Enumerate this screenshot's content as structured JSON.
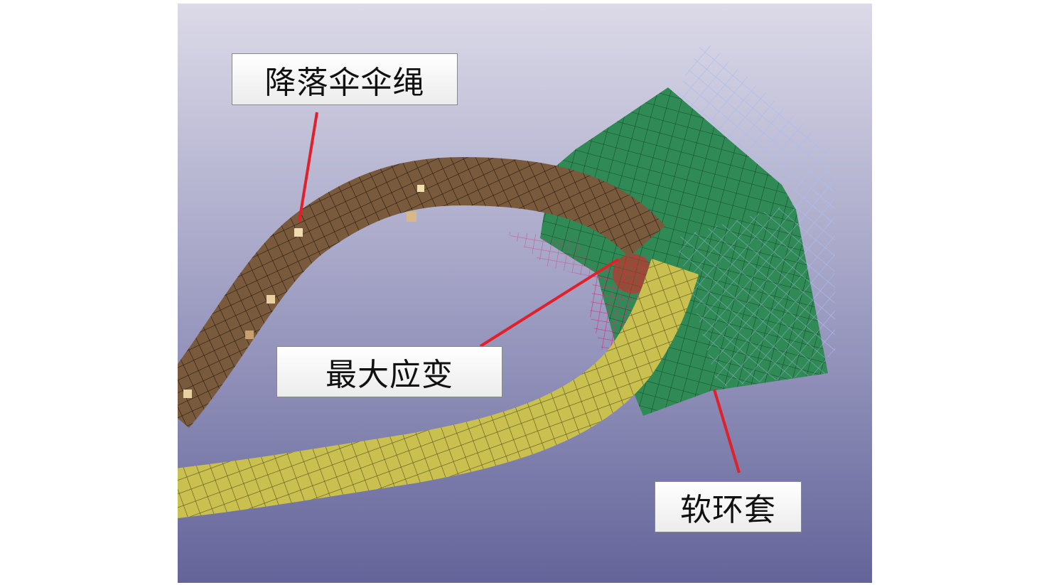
{
  "figure": {
    "labels": {
      "parachute_line": "降落伞伞绳",
      "max_strain": "最大应变",
      "soft_loop_sleeve": "软环套"
    },
    "colors": {
      "background_top": "#dcdae8",
      "background_bottom": "#64649a",
      "rope": "#7a5a3c",
      "loop": "#c9c050",
      "sleeve": "#2f8a55",
      "wireframe": "#9fb4e6",
      "strain_mesh": "#d0307a",
      "leader_line": "#e0202a"
    }
  }
}
